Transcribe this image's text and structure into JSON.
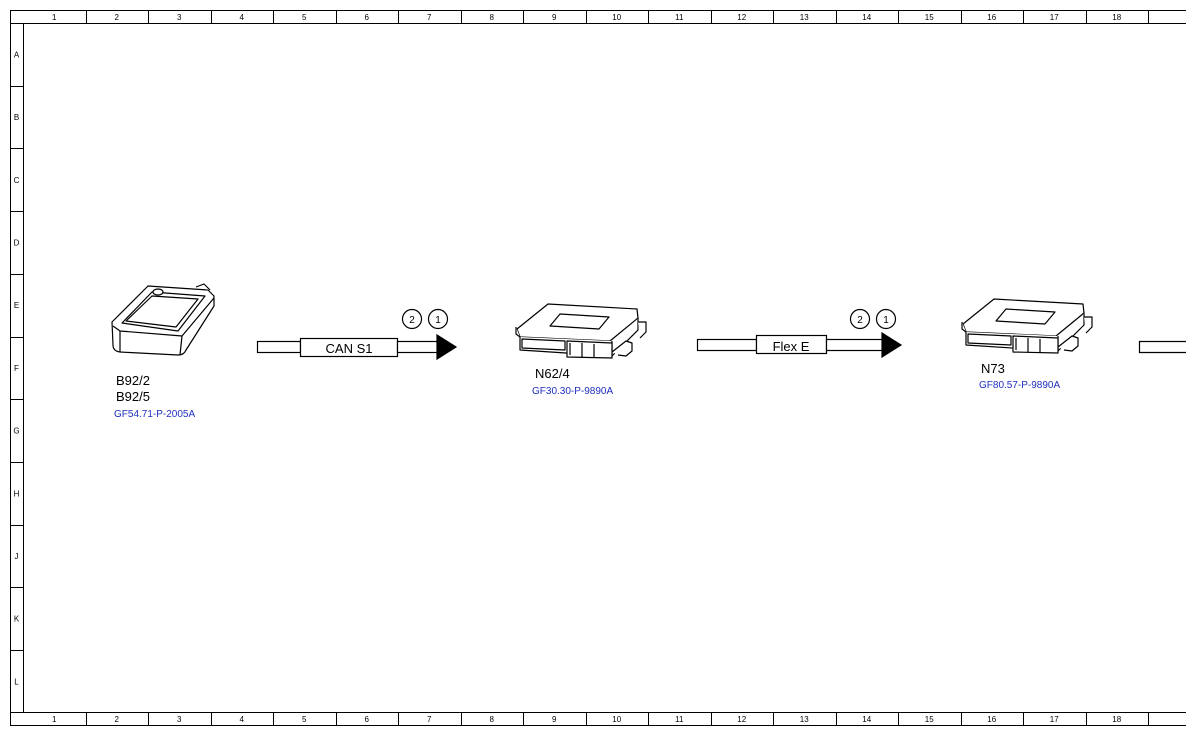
{
  "frame": {
    "columns": [
      "1",
      "2",
      "3",
      "4",
      "5",
      "6",
      "7",
      "8",
      "9",
      "10",
      "11",
      "12",
      "13",
      "14",
      "15",
      "16",
      "17",
      "18"
    ],
    "rows": [
      "A",
      "B",
      "C",
      "D",
      "E",
      "F",
      "G",
      "H",
      "J",
      "K",
      "L"
    ]
  },
  "components": [
    {
      "id": "b92",
      "labels": [
        "B92/2",
        "B92/5"
      ],
      "ref": "GF54.71-P-2005A",
      "icon": "sensor-module-icon"
    },
    {
      "id": "n62-4",
      "labels": [
        "N62/4"
      ],
      "ref": "GF30.30-P-9890A",
      "icon": "control-unit-icon"
    },
    {
      "id": "n73",
      "labels": [
        "N73"
      ],
      "ref": "GF80.57-P-9890A",
      "icon": "control-unit-icon"
    }
  ],
  "connections": [
    {
      "id": "can-s1",
      "label": "CAN S1",
      "pins": [
        "2",
        "1"
      ]
    },
    {
      "id": "flex-e",
      "label": "Flex E",
      "pins": [
        "2",
        "1"
      ]
    }
  ],
  "colors": {
    "line": "#000000",
    "reference_link": "#1f2fbf",
    "background": "#ffffff"
  }
}
